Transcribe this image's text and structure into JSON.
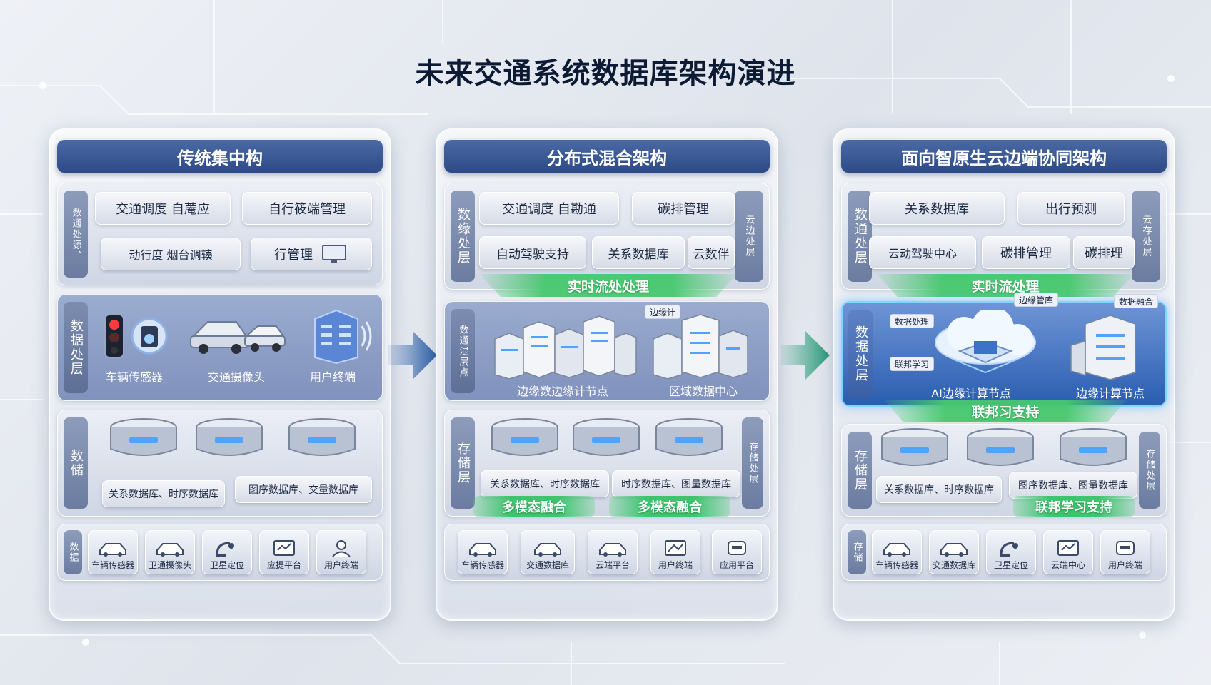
{
  "title": "未来交通系统数据库架构演进",
  "colors": {
    "header_blue": "#2d4a86",
    "accent_green": "#3fc46e",
    "arrow_blue": "#2d5fa8",
    "arrow_green": "#2a9a78"
  },
  "panels": [
    {
      "header": "传统集中构",
      "processing_label": "数通处源、",
      "processing_chips": [
        "交通调度 自蓭应",
        "自行筱端管理",
        "动行度 烟台调辏",
        "行管理"
      ],
      "data_label": "数据处层",
      "devices": [
        "车辆传感器",
        "交通摄像头",
        "用户终端"
      ],
      "storage_label": "数储",
      "storage_chips": [
        "关系数据库、时序数据库",
        "图序数据库、交量数据库"
      ],
      "footer_label": "数据",
      "footer": [
        "车辆传感器",
        "卫通摄像头",
        "卫星定位",
        "应提平台",
        "用户终端"
      ]
    },
    {
      "header": "分布式混合架构",
      "processing_label": "数缘处层",
      "processing_right_label": "云边处层",
      "processing_chips": [
        "交通调度 自勘通",
        "碳排管理",
        "自动驾驶支持",
        "关系数据库",
        "云数伴"
      ],
      "stream_band": "实时流处处理",
      "data_label": "数通混层点",
      "edge_tag": "边缘计",
      "devices": [
        "边缘数边缘计节点",
        "区域数据中心"
      ],
      "storage_label": "存储层",
      "storage_right_label": "存储处层",
      "storage_chips": [
        "关系数据库、时序数据库",
        "时序数据库、图量数据库"
      ],
      "green_tags": [
        "多模态融合",
        "多模态融合"
      ],
      "footer": [
        "车辆传感器",
        "交通数据库",
        "云端平台",
        "用户终端",
        "应用平台"
      ]
    },
    {
      "header": "面向智原生云边端协同架构",
      "processing_label": "数通处层",
      "processing_right_label": "云存处层",
      "processing_chips": [
        "关系数据库",
        "出行预测",
        "云动驾驶中心",
        "碳排管理",
        "碳排理"
      ],
      "stream_band": "实时流处理",
      "data_label": "数据处层",
      "mini_tags": [
        "边缘管库",
        "数据融合",
        "数据处理",
        "联邦学习"
      ],
      "devices": [
        "AI边缘计算节点",
        "边缘计算节点"
      ],
      "federated_band": "联邦习支持",
      "storage_label": "存储层",
      "storage_right_label": "存储处层",
      "storage_chips": [
        "关系数据库、时序数据库",
        "图序数据库、图量数据库"
      ],
      "green_tags": [
        "联邦学习支持"
      ],
      "footer_label": "存储",
      "footer": [
        "车辆传感器",
        "交通数据库",
        "卫星定位",
        "云端中心",
        "用户终端"
      ]
    }
  ]
}
